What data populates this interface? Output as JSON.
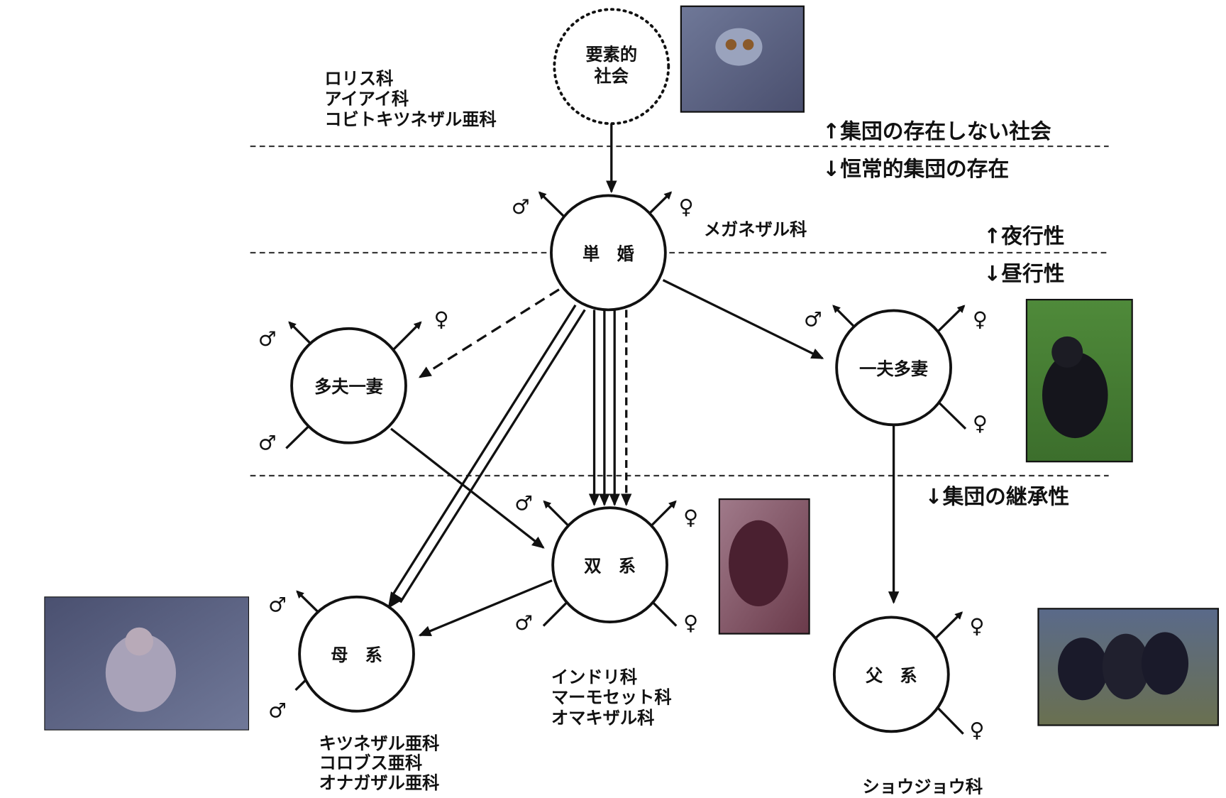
{
  "symbols": {
    "male": "♂",
    "female": "♀"
  },
  "nodes": {
    "elementary": [
      "要素的",
      "社会"
    ],
    "monogamy": "単　婚",
    "polyandry": "多夫一妻",
    "polygyny": "一夫多妻",
    "bilineal": "双　系",
    "matrilineal": "母　系",
    "patrilineal": "父　系"
  },
  "boundaries": {
    "no_group": "↑集団の存在しない社会",
    "permanent_group": "↓恒常的集団の存在",
    "nocturnal": "↑夜行性",
    "diurnal": "↓昼行性",
    "group_succession": "↓集団の継承性"
  },
  "families": {
    "elementary": [
      "ロリス科",
      "アイアイ科",
      "コビトキツネザル亜科"
    ],
    "monogamy": [
      "メガネザル科"
    ],
    "bilineal": [
      "インドリ科",
      "マーモセット科",
      "オマキザル科"
    ],
    "matrilineal": [
      "キツネザル亜科",
      "コロブス亜科",
      "オナガザル亜科"
    ],
    "patrilineal": [
      "ショウジョウ科"
    ]
  }
}
